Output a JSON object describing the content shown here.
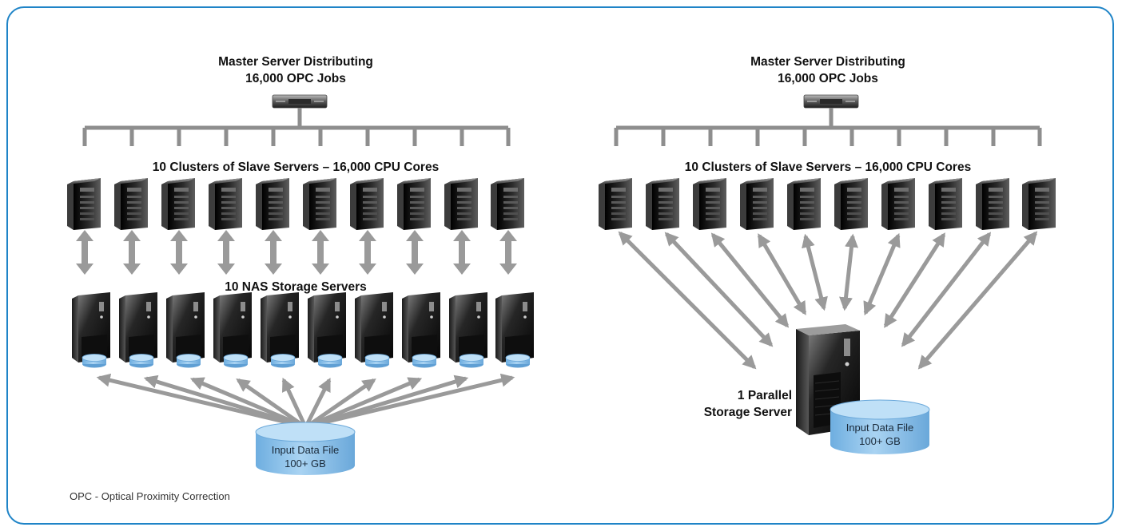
{
  "left": {
    "master_title_line1": "Master Server Distributing",
    "master_title_line2": "16,000 OPC Jobs",
    "slaves_label": "10 Clusters of Slave Servers – 16,000 CPU Cores",
    "nas_label": "10 NAS Storage Servers",
    "input_line1": "Input Data File",
    "input_line2": "100+ GB"
  },
  "right": {
    "master_title_line1": "Master Server Distributing",
    "master_title_line2": "16,000 OPC Jobs",
    "slaves_label": "10 Clusters of Slave Servers – 16,000 CPU Cores",
    "storage_line1": "1 Parallel",
    "storage_line2": "Storage Server",
    "input_line1": "Input Data File",
    "input_line2": "100+ GB"
  },
  "footnote": "OPC - Optical Proximity Correction",
  "colors": {
    "frame": "#1f84c7",
    "connector": "#8e8e8e",
    "arrow": "#9a9a9a",
    "disk": "#8fc2ea"
  }
}
